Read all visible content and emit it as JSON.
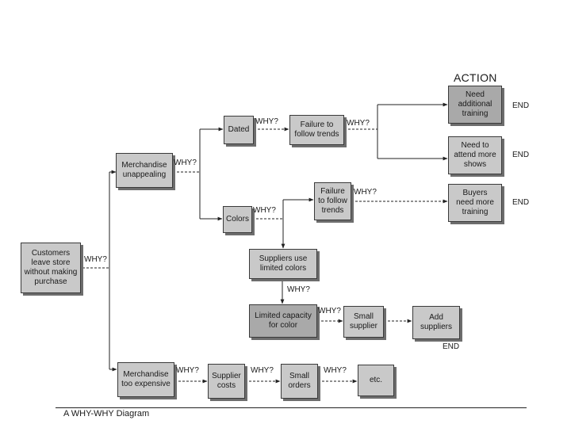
{
  "header": {
    "action_title": "ACTION"
  },
  "nodes": {
    "root": "Customers\nleave store\nwithout making\npurchase",
    "merch_unappealing": "Merchandise\nunappealing",
    "dated": "Dated",
    "failure_trends_1": "Failure to\nfollow trends",
    "need_training": "Need\nadditional\ntraining",
    "need_shows": "Need to\nattend more\nshows",
    "colors": "Colors",
    "failure_trends_2": "Failure\nto follow\ntrends",
    "buyers_training": "Buyers\nneed more\ntraining",
    "suppliers_limited": "Suppliers use\nlimited colors",
    "limited_capacity": "Limited capacity\nfor color",
    "small_supplier": "Small\nsupplier",
    "add_suppliers": "Add\nsuppliers",
    "merch_expensive": "Merchandise\ntoo expensive",
    "supplier_costs": "Supplier\ncosts",
    "small_orders": "Small\norders",
    "etc": "etc."
  },
  "why_label": "WHY?",
  "end_label": "END",
  "caption": "A WHY-WHY Diagram"
}
